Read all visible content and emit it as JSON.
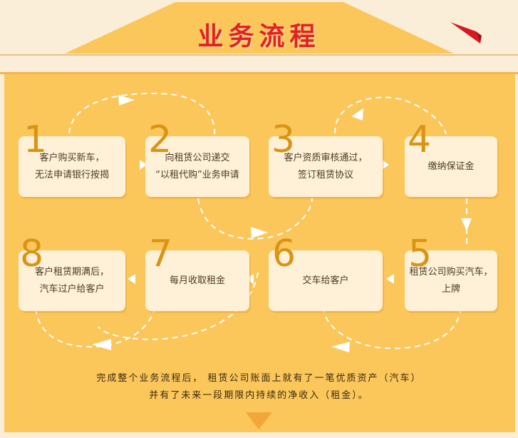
{
  "title": "业务流程",
  "steps": [
    {
      "num": "1",
      "line1": "客户购买新车，",
      "line2": "无法申请银行按揭"
    },
    {
      "num": "2",
      "line1": "向租赁公司递交",
      "line2": "“以租代购”业务申请"
    },
    {
      "num": "3",
      "line1": "客户资质审核通过，",
      "line2": "签订租赁协议"
    },
    {
      "num": "4",
      "line1": "缴纳保证金",
      "line2": ""
    },
    {
      "num": "5",
      "line1": "租赁公司购买汽车，",
      "line2": "上牌"
    },
    {
      "num": "6",
      "line1": "交车给客户",
      "line2": ""
    },
    {
      "num": "7",
      "line1": "每月收取租金",
      "line2": ""
    },
    {
      "num": "8",
      "line1": "客户租赁期满后，",
      "line2": "汽车过户给客户"
    }
  ],
  "footer": {
    "line1": "完成整个业务流程后， 租赁公司账面上就有了一笔优质资产（汽车）",
    "line2": "并有了未来一段期限内持续的净收入（租金）。"
  },
  "colors": {
    "background": "#fbeed8",
    "panel": "#fbc65a",
    "card": "#fff0d8",
    "accent": "#e32124",
    "number": "#d99414",
    "text": "#4a3b25"
  }
}
